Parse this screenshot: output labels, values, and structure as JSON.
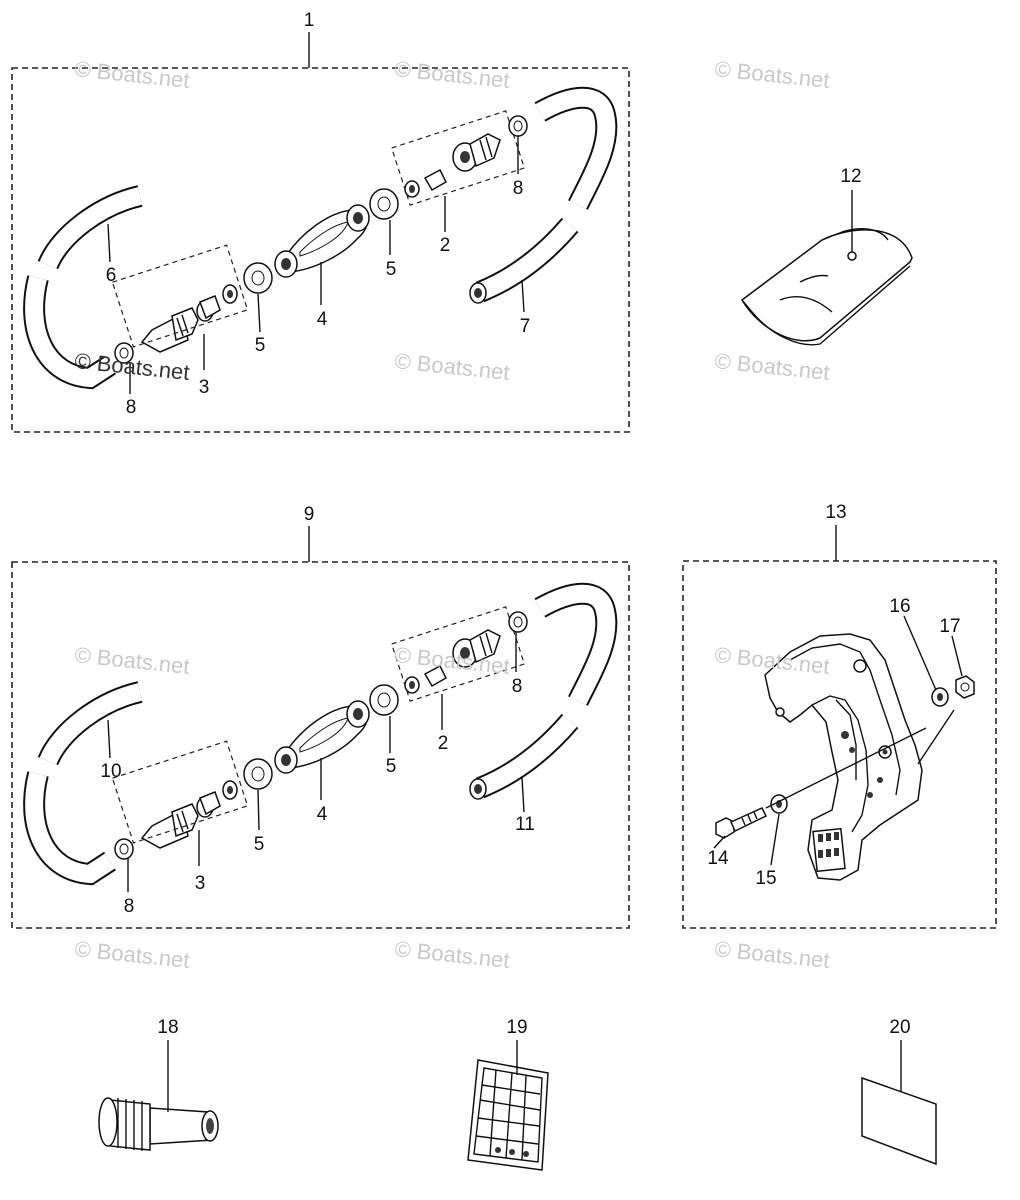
{
  "callouts": {
    "c1": "1",
    "c2a": "2",
    "c3a": "3",
    "c4a": "4",
    "c5a1": "5",
    "c5a2": "5",
    "c6": "6",
    "c7": "7",
    "c8a1": "8",
    "c8a2": "8",
    "c9": "9",
    "c2b": "2",
    "c3b": "3",
    "c4b": "4",
    "c5b1": "5",
    "c5b2": "5",
    "c10": "10",
    "c11": "11",
    "c8b1": "8",
    "c8b2": "8",
    "c12": "12",
    "c13": "13",
    "c14": "14",
    "c15": "15",
    "c16": "16",
    "c17": "17",
    "c18": "18",
    "c19": "19",
    "c20": "20"
  },
  "watermark": "© Boats.net",
  "colors": {
    "line": "#111111",
    "watermark": "#c8c8c8",
    "background": "#ffffff"
  }
}
